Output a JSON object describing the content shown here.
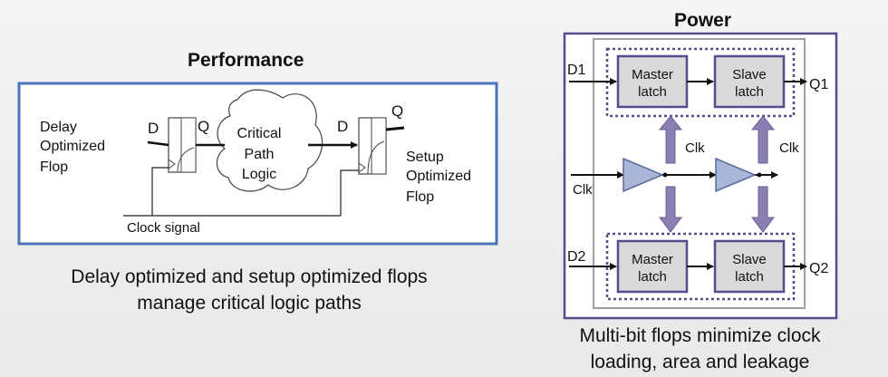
{
  "performance": {
    "title": "Performance",
    "caption_line1": "Delay optimized and setup optimized flops",
    "caption_line2": "manage critical logic paths",
    "delay_flop_label": [
      "Delay",
      "Optimized",
      "Flop"
    ],
    "setup_flop_label": [
      "Setup",
      "Optimized",
      "Flop"
    ],
    "logic_label": [
      "Critical",
      "Path",
      "Logic"
    ],
    "d_input_left": "D",
    "q_output_left": "Q",
    "d_input_right": "D",
    "q_output_right": "Q",
    "clock_label": "Clock signal"
  },
  "power": {
    "title": "Power",
    "caption_line1": "Multi-bit flops minimize clock",
    "caption_line2": "loading, area and leakage",
    "d1": "D1",
    "q1": "Q1",
    "d2": "D2",
    "q2": "Q2",
    "clk_input": "Clk",
    "clk_top_left": "Clk",
    "clk_top_right": "Clk",
    "master_latch": [
      "Master",
      "latch"
    ],
    "slave_latch": [
      "Slave",
      "latch"
    ]
  },
  "colors": {
    "perf_border": "#4a74b8",
    "power_border": "#5a4a8c",
    "latch_fill": "#d9d9d9",
    "latch_border": "#5a4a8c",
    "buffer_fill": "#a9b6d6",
    "arrow_fill": "#8a7fb0",
    "inner_rect": "#a0a0a0"
  }
}
